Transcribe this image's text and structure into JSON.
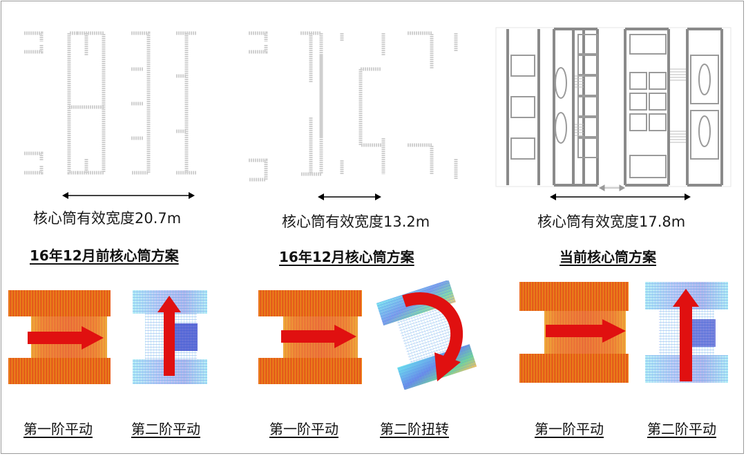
{
  "colors": {
    "frame": "#9a9a9a",
    "hot_mode": "#e23a1a",
    "cool_mode": "#2a7de0",
    "arrow": "#e01010",
    "plan_light": "#d0d0d0",
    "plan_dark": "#8a8a8a"
  },
  "schemes": [
    {
      "width_label": "核心筒有效宽度20.7m",
      "title": "16年12月前核心筒方案",
      "modes": [
        {
          "label": "第一阶平动",
          "arrow": "arrow-right-icon"
        },
        {
          "label": "第二阶平动",
          "arrow": "arrow-up-icon"
        }
      ]
    },
    {
      "width_label": "核心筒有效宽度13.2m",
      "title": "16年12月核心筒方案",
      "modes": [
        {
          "label": "第一阶平动",
          "arrow": "arrow-right-icon"
        },
        {
          "label": "第二阶扭转",
          "arrow": "curved-arrow-icon"
        }
      ]
    },
    {
      "width_label": "核心筒有效宽度17.8m",
      "title": "当前核心筒方案",
      "modes": [
        {
          "label": "第一阶平动",
          "arrow": "arrow-right-icon"
        },
        {
          "label": "第二阶平动",
          "arrow": "arrow-up-icon"
        }
      ]
    }
  ]
}
